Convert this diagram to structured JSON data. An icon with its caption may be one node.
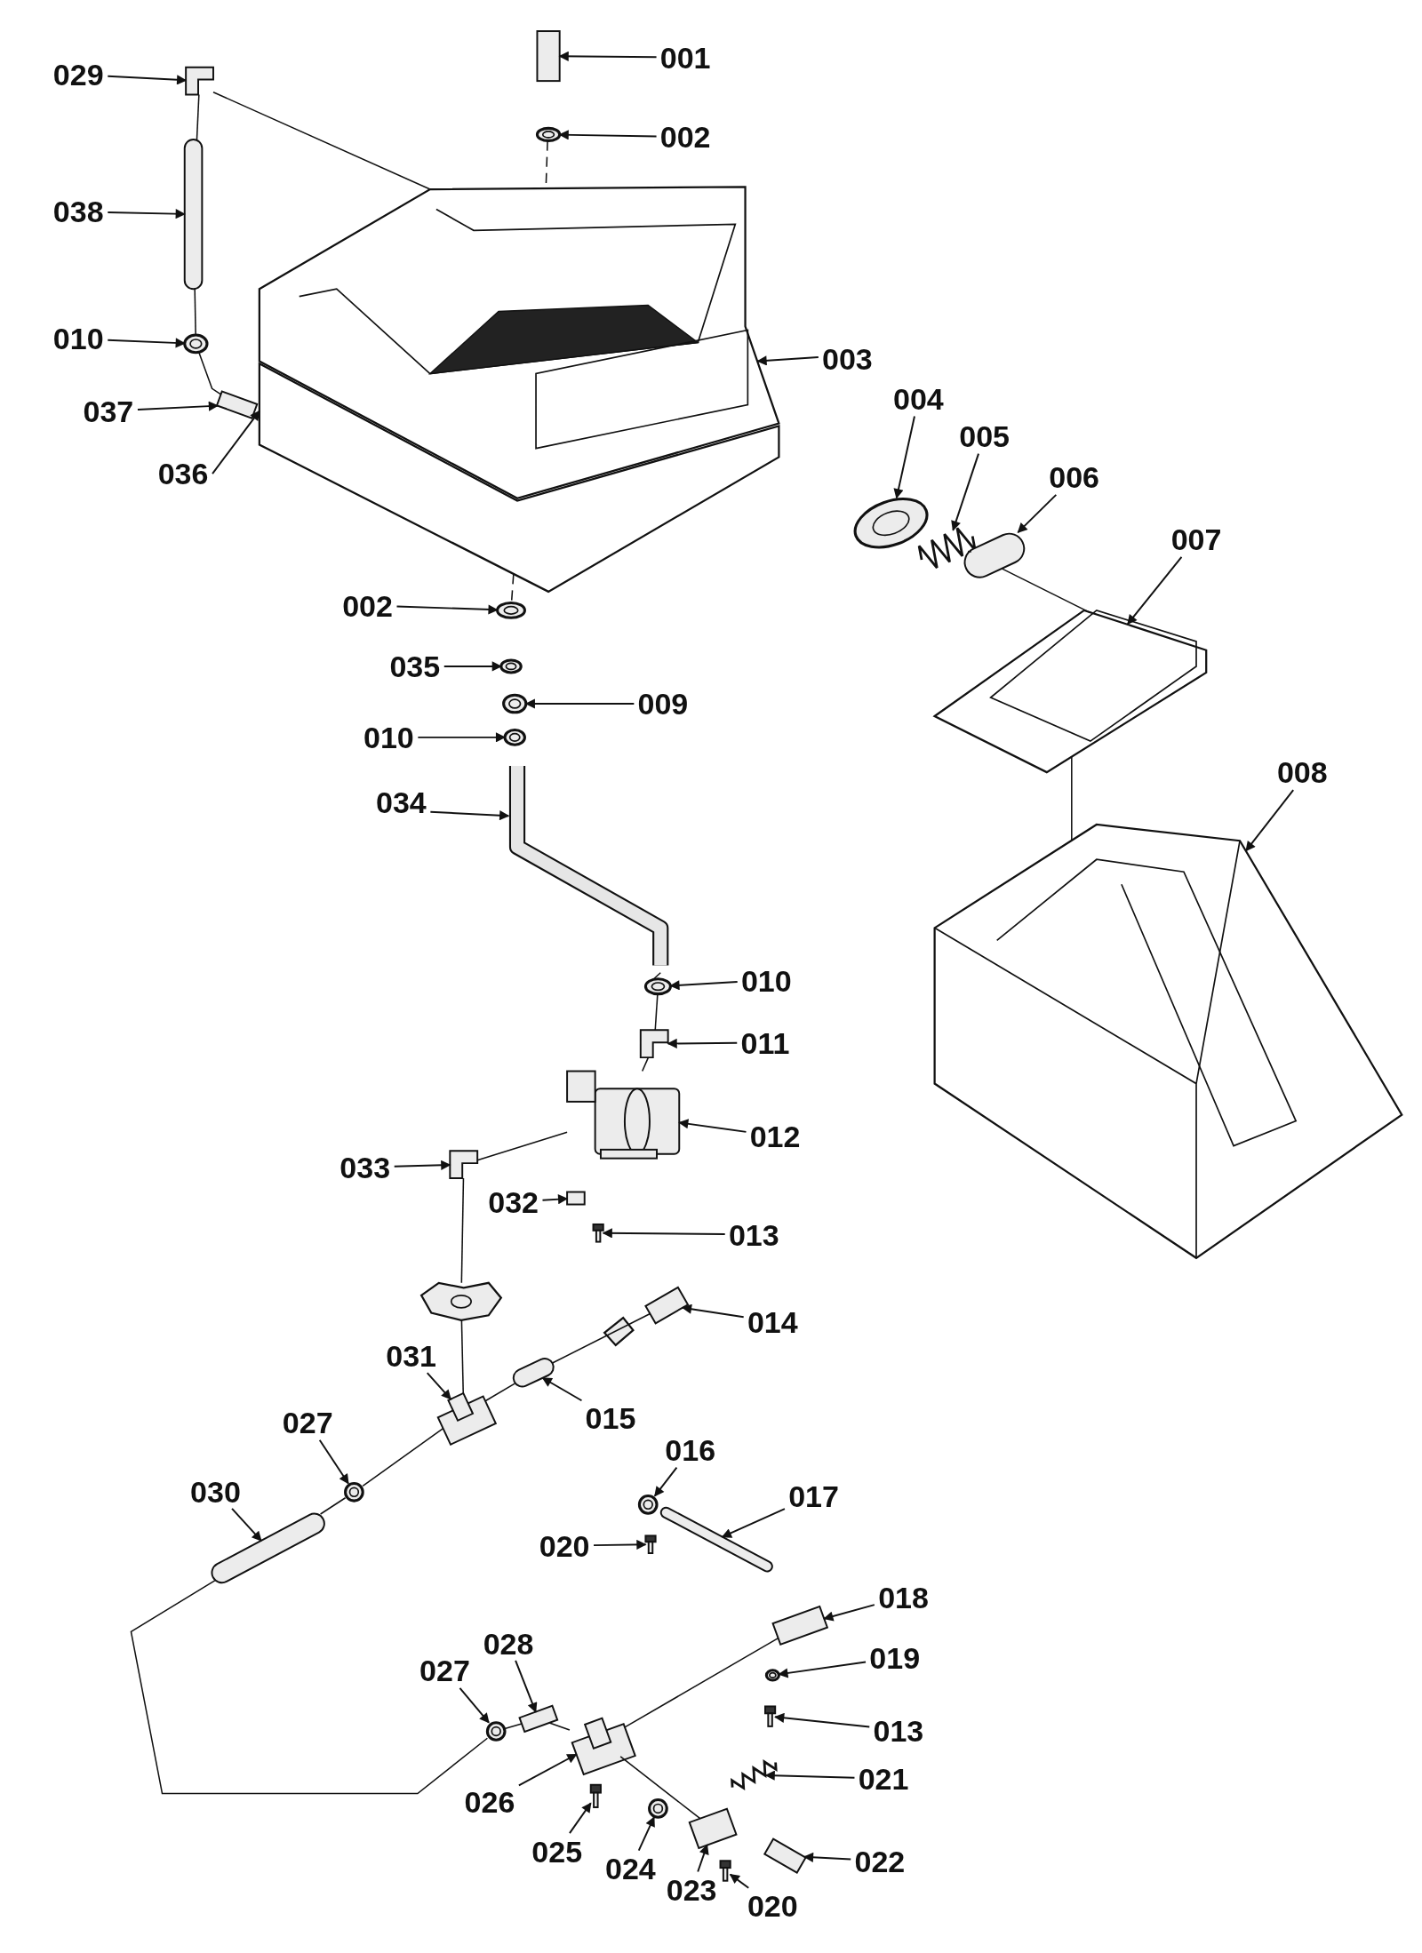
{
  "diagram": {
    "nodes": [
      {
        "text": [
          "029"
        ]
      },
      {
        "text": [
          "001"
        ]
      },
      {
        "text": [
          "002"
        ]
      },
      {
        "text": [
          "038"
        ]
      },
      {
        "text": [
          "010"
        ]
      },
      {
        "text": [
          "003"
        ]
      },
      {
        "text": [
          "037"
        ]
      },
      {
        "text": [
          "036"
        ]
      },
      {
        "text": [
          "004"
        ]
      },
      {
        "text": [
          "005"
        ]
      },
      {
        "text": [
          "006"
        ]
      },
      {
        "text": [
          "007"
        ]
      },
      {
        "text": [
          "002"
        ]
      },
      {
        "text": [
          "035"
        ]
      },
      {
        "text": [
          "009"
        ]
      },
      {
        "text": [
          "010"
        ]
      },
      {
        "text": [
          "034"
        ]
      },
      {
        "text": [
          "008"
        ]
      },
      {
        "text": [
          "010"
        ]
      },
      {
        "text": [
          "011"
        ]
      },
      {
        "text": [
          "012"
        ]
      },
      {
        "text": [
          "033"
        ]
      },
      {
        "text": [
          "032"
        ]
      },
      {
        "text": [
          "013"
        ]
      },
      {
        "text": [
          "014"
        ]
      },
      {
        "text": [
          "031"
        ]
      },
      {
        "text": [
          "015"
        ]
      },
      {
        "text": [
          "027"
        ]
      },
      {
        "text": [
          "016"
        ]
      },
      {
        "text": [
          "030"
        ]
      },
      {
        "text": [
          "017"
        ]
      },
      {
        "text": [
          "020"
        ]
      },
      {
        "text": [
          "018"
        ]
      },
      {
        "text": [
          "019"
        ]
      },
      {
        "text": [
          "028"
        ]
      },
      {
        "text": [
          "027"
        ]
      },
      {
        "text": [
          "013"
        ]
      },
      {
        "text": [
          "021"
        ]
      },
      {
        "text": [
          "026"
        ]
      },
      {
        "text": [
          "025"
        ]
      },
      {
        "text": [
          "024"
        ]
      },
      {
        "text": [
          "023"
        ]
      },
      {
        "text": [
          "022"
        ]
      },
      {
        "text": [
          "020"
        ]
      },
      {
        "text": [],
        "shape": "picture"
      },
      {
        "text": [],
        "shape": "box"
      },
      {
        "text": [],
        "shape": "picture"
      },
      {
        "text": [],
        "shape": "cylinder"
      },
      {
        "text": [],
        "shape": "picture"
      },
      {
        "text": [],
        "shape": "picture"
      },
      {
        "text": [],
        "shape": "box"
      },
      {
        "text": [],
        "shape": "picture"
      },
      {
        "text": [],
        "shape": "picture"
      },
      {
        "text": [],
        "shape": "picture"
      },
      {
        "text": [],
        "shape": "cylinder"
      },
      {
        "text": [],
        "shape": "picture"
      },
      {
        "text": [],
        "shape": "picture"
      },
      {
        "text": [],
        "shape": "picture"
      },
      {
        "text": [],
        "shape": "picture"
      },
      {
        "text": [],
        "shape": "picture"
      },
      {
        "text": [],
        "shape": "picture"
      },
      {
        "text": [],
        "shape": "picture"
      },
      {
        "text": [],
        "shape": "picture"
      },
      {
        "text": [],
        "shape": "picture"
      },
      {
        "text": [],
        "shape": "picture"
      },
      {
        "text": [],
        "shape": "picture"
      },
      {
        "text": [],
        "shape": "box"
      },
      {
        "text": [],
        "shape": "picture"
      },
      {
        "text": [],
        "shape": "box"
      },
      {
        "text": [],
        "shape": "picture"
      },
      {
        "text": [],
        "shape": "cylinder"
      },
      {
        "text": [],
        "shape": "picture"
      },
      {
        "text": [],
        "shape": "picture"
      },
      {
        "text": [],
        "shape": "cylinder"
      },
      {
        "text": [],
        "shape": "cylinder"
      },
      {
        "text": [],
        "shape": "picture"
      },
      {
        "text": [],
        "shape": "box"
      },
      {
        "text": [],
        "shape": "picture"
      },
      {
        "text": [],
        "shape": "box"
      },
      {
        "text": [],
        "shape": "picture"
      },
      {
        "text": [],
        "shape": "picture"
      },
      {
        "text": [],
        "shape": "picture"
      },
      {
        "text": [],
        "shape": "picture"
      },
      {
        "text": [],
        "shape": "picture"
      },
      {
        "text": [],
        "shape": "picture"
      },
      {
        "text": [],
        "shape": "box"
      },
      {
        "text": [],
        "shape": "box"
      },
      {
        "text": [],
        "shape": "picture"
      },
      {
        "text": [],
        "shape": "picture"
      },
      {
        "text": [],
        "shape": "picture"
      }
    ],
    "edges": [
      {
        "from": 0,
        "to": 44,
        "arrow": "to"
      },
      {
        "from": 1,
        "to": 45,
        "arrow": "to"
      },
      {
        "from": 2,
        "to": 46,
        "arrow": "to"
      },
      {
        "from": 3,
        "to": 47,
        "arrow": "to"
      },
      {
        "from": 4,
        "to": 48,
        "arrow": "to"
      },
      {
        "from": 5,
        "to": 49,
        "arrow": "to"
      },
      {
        "from": 6,
        "to": 50,
        "arrow": "to"
      },
      {
        "from": 7,
        "to": 51,
        "arrow": "to"
      },
      {
        "from": 8,
        "to": 52,
        "arrow": "to"
      },
      {
        "from": 9,
        "to": 53,
        "arrow": "to"
      },
      {
        "from": 10,
        "to": 54,
        "arrow": "to"
      },
      {
        "from": 11,
        "to": 55,
        "arrow": "to"
      },
      {
        "from": 12,
        "to": 56,
        "arrow": "to"
      },
      {
        "from": 13,
        "to": 57,
        "arrow": "to"
      },
      {
        "from": 14,
        "to": 58,
        "arrow": "to"
      },
      {
        "from": 15,
        "to": 59,
        "arrow": "to"
      },
      {
        "from": 16,
        "to": 60,
        "arrow": "to"
      },
      {
        "from": 17,
        "to": 61,
        "arrow": "to"
      },
      {
        "from": 18,
        "to": 62,
        "arrow": "to"
      },
      {
        "from": 19,
        "to": 63,
        "arrow": "to"
      },
      {
        "from": 20,
        "to": 64,
        "arrow": "to"
      },
      {
        "from": 21,
        "to": 65,
        "arrow": "to"
      },
      {
        "from": 22,
        "to": 66,
        "arrow": "to"
      },
      {
        "from": 23,
        "to": 67,
        "arrow": "to"
      },
      {
        "from": 24,
        "to": 68,
        "arrow": "to"
      },
      {
        "from": 25,
        "to": 69,
        "arrow": "to"
      },
      {
        "from": 26,
        "to": 70,
        "arrow": "to"
      },
      {
        "from": 27,
        "to": 71,
        "arrow": "to"
      },
      {
        "from": 28,
        "to": 72,
        "arrow": "to"
      },
      {
        "from": 29,
        "to": 73,
        "arrow": "to"
      },
      {
        "from": 30,
        "to": 74,
        "arrow": "to"
      },
      {
        "from": 31,
        "to": 75,
        "arrow": "to"
      },
      {
        "from": 32,
        "to": 76,
        "arrow": "to"
      },
      {
        "from": 33,
        "to": 77,
        "arrow": "to"
      },
      {
        "from": 34,
        "to": 78,
        "arrow": "to"
      },
      {
        "from": 35,
        "to": 79,
        "arrow": "to"
      },
      {
        "from": 36,
        "to": 80,
        "arrow": "to"
      },
      {
        "from": 37,
        "to": 81,
        "arrow": "to"
      },
      {
        "from": 38,
        "to": 82,
        "arrow": "to"
      },
      {
        "from": 39,
        "to": 83,
        "arrow": "to"
      },
      {
        "from": 40,
        "to": 84,
        "arrow": "to"
      },
      {
        "from": 41,
        "to": 85,
        "arrow": "to"
      },
      {
        "from": 42,
        "to": 86,
        "arrow": "to"
      },
      {
        "from": 43,
        "to": 87,
        "arrow": "to"
      },
      {
        "from": 44,
        "to": 49,
        "arrow": "none"
      },
      {
        "from": 44,
        "to": 47,
        "arrow": "none"
      },
      {
        "from": 48,
        "to": 50,
        "arrow": "none"
      },
      {
        "from": 65,
        "to": 88,
        "arrow": "none"
      },
      {
        "from": 64,
        "to": 65,
        "arrow": "none"
      },
      {
        "from": 62,
        "to": 63,
        "arrow": "none"
      },
      {
        "from": 69,
        "to": 70,
        "arrow": "none"
      },
      {
        "from": 70,
        "to": 68,
        "arrow": "none"
      },
      {
        "from": 69,
        "to": 71,
        "arrow": "none"
      },
      {
        "from": 71,
        "to": 73,
        "arrow": "none"
      },
      {
        "from": 73,
        "to": 79,
        "arrow": "none"
      },
      {
        "from": 82,
        "to": 76,
        "arrow": "none"
      },
      {
        "from": 82,
        "to": 85,
        "arrow": "none"
      },
      {
        "from": 55,
        "to": 61,
        "arrow": "none"
      },
      {
        "from": 53,
        "to": 54,
        "arrow": "none"
      },
      {
        "from": 54,
        "to": 55,
        "arrow": "none"
      },
      {
        "from": 46,
        "to": 49,
        "arrow": "none",
        "style": "dashed"
      },
      {
        "from": 63,
        "to": 64,
        "arrow": "none"
      },
      {
        "from": 60,
        "to": 62,
        "arrow": "none"
      },
      {
        "from": 47,
        "to": 48,
        "arrow": "none"
      },
      {
        "from": 78,
        "to": 82,
        "arrow": "none"
      },
      {
        "from": 79,
        "to": 78,
        "arrow": "none"
      },
      {
        "from": 88,
        "to": 69,
        "arrow": "none"
      },
      {
        "from": 51,
        "to": 56,
        "arrow": "none",
        "style": "dashed"
      }
    ]
  }
}
